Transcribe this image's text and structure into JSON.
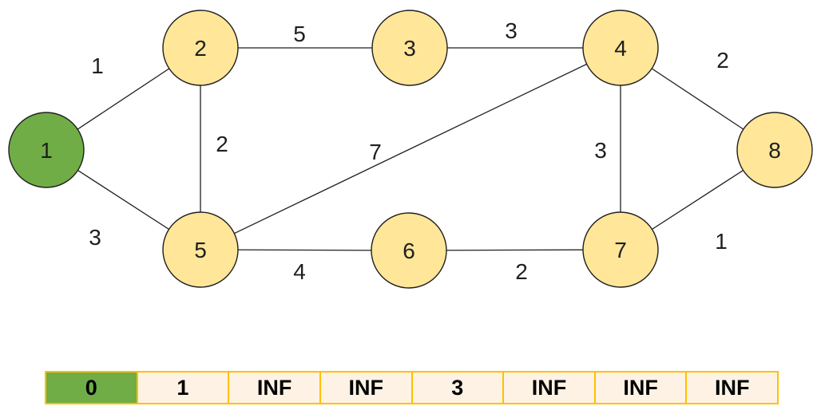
{
  "colors": {
    "start_node_fill": "#70AD47",
    "node_fill": "#FFE699",
    "node_stroke": "#1f1f1f",
    "edge_stroke": "#1f1f1f",
    "array_border": "#FFC000",
    "array_cell_fill": "#FDF2E4",
    "array_start_cell_fill": "#70AD47"
  },
  "graph": {
    "nodes": [
      {
        "label": "1",
        "start": true
      },
      {
        "label": "2",
        "start": false
      },
      {
        "label": "3",
        "start": false
      },
      {
        "label": "4",
        "start": false
      },
      {
        "label": "5",
        "start": false
      },
      {
        "label": "6",
        "start": false
      },
      {
        "label": "7",
        "start": false
      },
      {
        "label": "8",
        "start": false
      }
    ],
    "edges": [
      {
        "from": "1",
        "to": "2",
        "weight": "1"
      },
      {
        "from": "1",
        "to": "5",
        "weight": "3"
      },
      {
        "from": "2",
        "to": "3",
        "weight": "5"
      },
      {
        "from": "2",
        "to": "5",
        "weight": "2"
      },
      {
        "from": "3",
        "to": "4",
        "weight": "3"
      },
      {
        "from": "4",
        "to": "8",
        "weight": "2"
      },
      {
        "from": "4",
        "to": "7",
        "weight": "3"
      },
      {
        "from": "5",
        "to": "4",
        "weight": "7"
      },
      {
        "from": "5",
        "to": "6",
        "weight": "4"
      },
      {
        "from": "6",
        "to": "7",
        "weight": "2"
      },
      {
        "from": "7",
        "to": "8",
        "weight": "1"
      }
    ]
  },
  "distance_array": {
    "cells": [
      {
        "value": "0",
        "highlighted": true
      },
      {
        "value": "1",
        "highlighted": false
      },
      {
        "value": "INF",
        "highlighted": false
      },
      {
        "value": "INF",
        "highlighted": false
      },
      {
        "value": "3",
        "highlighted": false
      },
      {
        "value": "INF",
        "highlighted": false
      },
      {
        "value": "INF",
        "highlighted": false
      },
      {
        "value": "INF",
        "highlighted": false
      }
    ]
  }
}
